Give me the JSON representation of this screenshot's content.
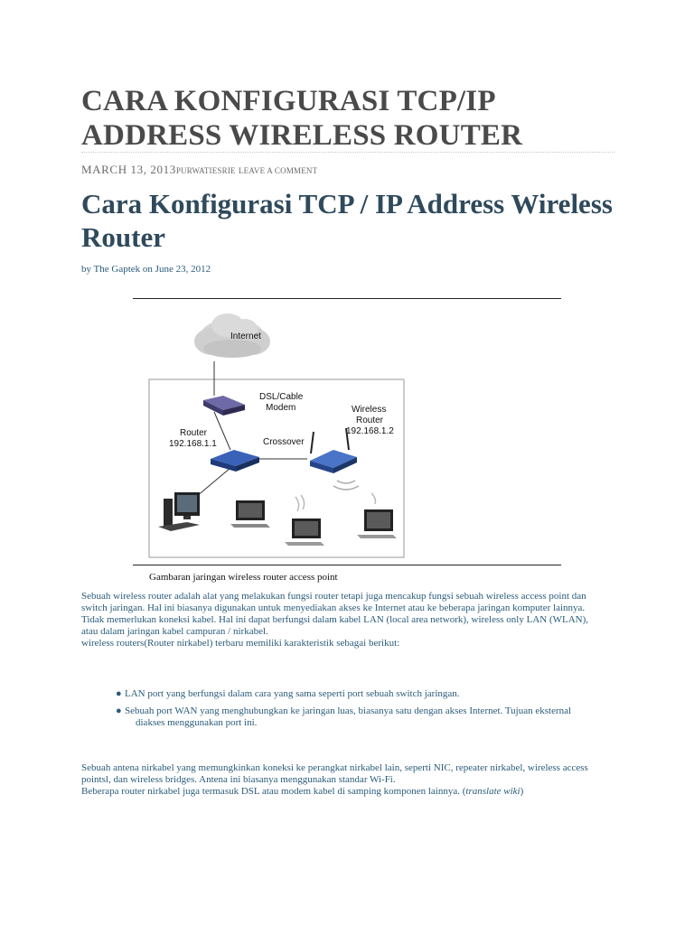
{
  "page": {
    "title": "CARA KONFIGURASI TCP/IP ADDRESS WIRELESS ROUTER",
    "date": "MARCH 13, 2013",
    "author": "PURWATIESRIE",
    "comment_link": "LEAVE A COMMENT"
  },
  "post": {
    "title": "Cara Konfigurasi TCP / IP Address Wireless Router",
    "byline": "by The Gaptek on June 23, 2012"
  },
  "diagram": {
    "cloud_label": "Internet",
    "modem_label_1": "DSL/Cable",
    "modem_label_2": "Modem",
    "router_label_1": "Router",
    "router_label_2": "192.168.1.1",
    "crossover_label": "Crossover",
    "wireless_label_1": "Wireless",
    "wireless_label_2": "Router",
    "wireless_label_3": "192.168.1.2"
  },
  "caption": "Gambaran jaringan wireless router  access point",
  "content": {
    "para1_line1": "Sebuah wireless router adalah alat yang melakukan fungsi router tetapi juga mencakup fungsi sebuah wireless access point dan",
    "para1_line2": "switch jaringan. Hal ini biasanya digunakan untuk menyediakan akses ke Internet atau ke beberapa jaringan komputer lainnya.",
    "para1_line3": "Tidak memerlukan koneksi kabel. Hal ini dapat berfungsi dalam kabel LAN (local area network), wireless only LAN (WLAN),",
    "para1_line4": "atau dalam jaringan kabel campuran / nirkabel.",
    "para1_line5": "wireless routers(Router nirkabel) terbaru memiliki karakteristik sebagai berikut:",
    "bullet1": "LAN port yang berfungsi dalam cara yang sama seperti port sebuah switch jaringan.",
    "bullet2_line1": "Sebuah port WAN yang menghubungkan ke jaringan luas, biasanya satu dengan akses Internet. Tujuan eksternal",
    "bullet2_line2": "diakses menggunakan port ini.",
    "para2_line1": "Sebuah antena nirkabel yang memungkinkan koneksi ke perangkat nirkabel lain, seperti NIC, repeater nirkabel, wireless access",
    "para2_line2": "pointsl, dan wireless bridges. Antena ini biasanya menggunakan standar Wi-Fi.",
    "para2_line3": "Beberapa router nirkabel juga termasuk DSL atau modem kabel di samping komponen lainnya. (",
    "para2_link": "translate wiki",
    "para2_end": ")"
  }
}
